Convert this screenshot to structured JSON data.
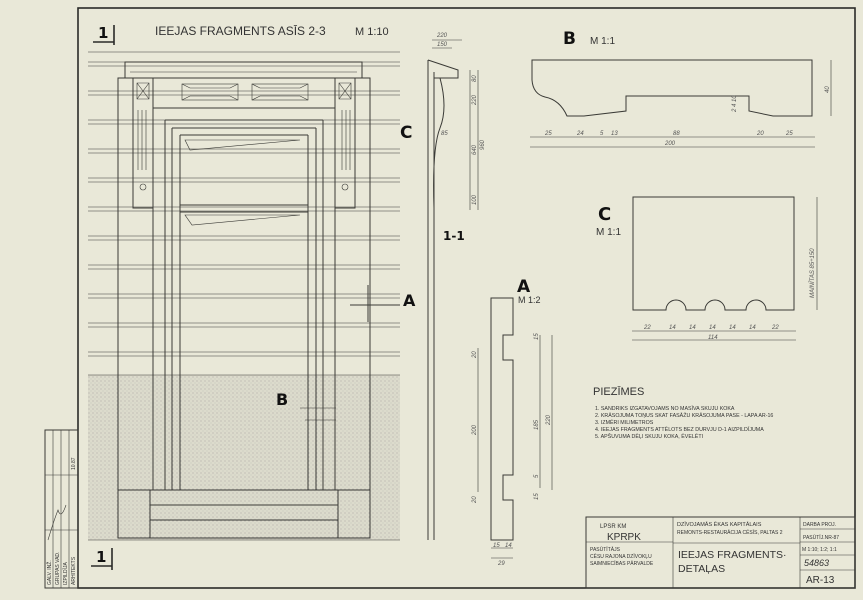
{
  "sheet": {
    "main_title": "IEEJAS FRAGMENTS ASĪS 2-3",
    "main_scale": "M 1:10",
    "view_number": "1",
    "section_label": "1-1",
    "callouts": {
      "c": "C",
      "a": "A",
      "b": "B"
    }
  },
  "detail_b": {
    "label": "B",
    "scale": "M 1:1",
    "dims": [
      "25",
      "24",
      "5",
      "13",
      "88",
      "20",
      "25"
    ],
    "total": "200",
    "height": "40",
    "notch": "2 4 10"
  },
  "detail_c": {
    "label": "C",
    "scale": "M 1:1",
    "dims": [
      "22",
      "14",
      "14",
      "14",
      "14",
      "14",
      "22"
    ],
    "total": "114",
    "height_note": "MAINĪTAS 85÷150"
  },
  "detail_a": {
    "label": "A",
    "scale": "M 1:2",
    "dims_left": [
      "20",
      "200",
      "20"
    ],
    "dims_right": [
      "15",
      "185",
      "5",
      "220",
      "15"
    ],
    "bottom": [
      "15",
      "14",
      "29"
    ]
  },
  "section_dims": {
    "top": [
      "220",
      "150"
    ],
    "right": [
      "80",
      "220",
      "85",
      "640",
      "960",
      "100"
    ]
  },
  "notes": {
    "heading": "PIEZĪMES",
    "items": [
      "1. SANDRIKS IZGATAVOJAMS NO MASĪVA SKUJU KOKA",
      "2. KRĀSOJUMA TOŅUS SKAT FASĀŽU KRĀSOJUMA PASE - LAPA AR-16",
      "3. IZMĒRI MILIMETROS",
      "4. IEEJAS FRAGMENTS ATTĒLOTS BEZ DURVJU D-1 AIZPILDĪJUMA",
      "5. APŠUVUMA DĒĻI SKUJU KOKA, ĒVELĒTI"
    ]
  },
  "title_block": {
    "org_line": "LPSR KM",
    "org": "KPRPK",
    "client_label": "PASŪTĪTĀJS",
    "client_1": "CĒSU RAJONA DZĪVOKĻU",
    "client_2": "SAIMNIECĪBAS PĀRVALDE",
    "project_1": "DZĪVOJAMĀS ĒKAS KAPITĀLAIS",
    "project_2": "REMONTS-RESTAURĀCIJA CĒSĪS, PALTAS 2",
    "drawing_1": "IEEJAS FRAGMENTS·",
    "drawing_2": "DETAĻAS",
    "stage": "DARBA PROJ.",
    "year": "PASŪTĪJ.NR-87",
    "scales": "M 1:10; 1:2; 1:1",
    "archive_no": "54863",
    "sheet_no": "AR-13"
  },
  "side_stamp": {
    "rows": [
      "GALV. INŽ.",
      "GRUPAS VAD.",
      "IZPILDĪJA",
      "ARHITEKTS"
    ],
    "date": "10.87"
  }
}
